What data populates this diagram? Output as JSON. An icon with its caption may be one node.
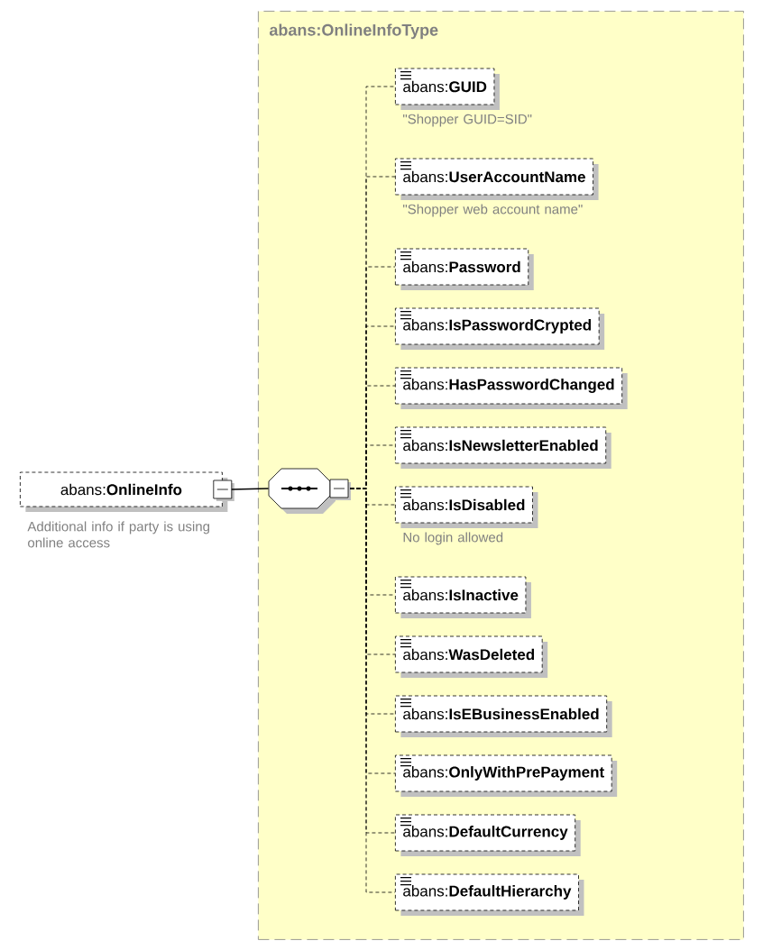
{
  "diagram": {
    "nodes": [
      {
        "text": [
          "abans:OnlineInfoType"
        ]
      },
      {
        "text": [
          "abans:**OnlineInfo**"
        ],
        "beside": [
          "Additional info if party is using online access"
        ]
      },
      {
        "text": [],
        "shape": "octagon",
        "in": 0
      },
      {
        "text": [
          "abans:**GUID**"
        ],
        "beside": [
          "\"Shopper GUID=SID\""
        ],
        "in": 0
      },
      {
        "text": [
          "abans:**UserAccountName**"
        ],
        "beside": [
          "\"Shopper web account name\""
        ],
        "in": 0
      },
      {
        "text": [
          "abans:**Password**"
        ],
        "in": 0
      },
      {
        "text": [
          "abans:**IsPasswordCrypted**"
        ],
        "in": 0
      },
      {
        "text": [
          "abans:**HasPasswordChanged**"
        ],
        "in": 0
      },
      {
        "text": [
          "abans:**IsNewsletterEnabled**"
        ],
        "in": 0
      },
      {
        "text": [
          "abans:**IsDisabled**"
        ],
        "beside": [
          "No login allowed"
        ],
        "in": 0
      },
      {
        "text": [
          "abans:**IsInactive**"
        ],
        "in": 0
      },
      {
        "text": [
          "abans:**WasDeleted**"
        ],
        "in": 0
      },
      {
        "text": [
          "abans:**IsEBusinessEnabled**"
        ],
        "in": 0
      },
      {
        "text": [
          "abans:**OnlyWithPrePayment**"
        ],
        "in": 0
      },
      {
        "text": [
          "abans:**DefaultCurrency**"
        ],
        "in": 0
      },
      {
        "text": [
          "abans:**DefaultHierarchy**"
        ],
        "in": 0
      }
    ],
    "edges": [
      {
        "from": 1,
        "to": 2,
        "arrow": "none"
      },
      {
        "from": 2,
        "to": 3,
        "arrow": "none",
        "style": "dashed"
      },
      {
        "from": 2,
        "to": 4,
        "arrow": "none",
        "style": "dashed"
      },
      {
        "from": 2,
        "to": 5,
        "arrow": "none",
        "style": "dashed"
      },
      {
        "from": 2,
        "to": 6,
        "arrow": "none",
        "style": "dashed"
      },
      {
        "from": 2,
        "to": 7,
        "arrow": "none",
        "style": "dashed"
      },
      {
        "from": 2,
        "to": 8,
        "arrow": "none",
        "style": "dashed"
      },
      {
        "from": 2,
        "to": 9,
        "arrow": "none",
        "style": "dashed"
      },
      {
        "from": 2,
        "to": 10,
        "arrow": "none",
        "style": "dashed"
      },
      {
        "from": 2,
        "to": 11,
        "arrow": "none",
        "style": "dashed"
      },
      {
        "from": 2,
        "to": 12,
        "arrow": "none",
        "style": "dashed"
      },
      {
        "from": 2,
        "to": 13,
        "arrow": "none",
        "style": "dashed"
      },
      {
        "from": 2,
        "to": 14,
        "arrow": "none",
        "style": "dashed"
      },
      {
        "from": 2,
        "to": 15,
        "arrow": "none",
        "style": "dashed"
      }
    ]
  }
}
